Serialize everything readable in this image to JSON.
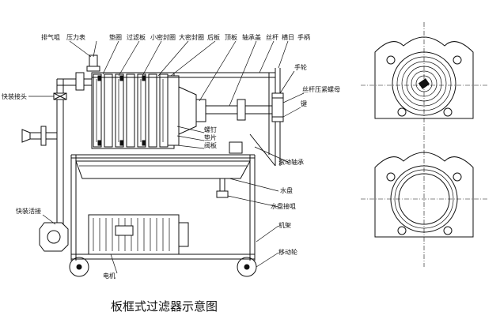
{
  "labels": {
    "exhaust_valve": "排气咀",
    "pressure_gauge": "压力表",
    "gasket": "垫圈",
    "filter_plate": "过滤板",
    "small_seal": "小密封圈",
    "large_seal": "大密封圈",
    "rear_plate": "后板",
    "top_plate": "顶板",
    "bearing_cover": "轴承盖",
    "screw_rod": "丝杆",
    "crossbeam": "横日",
    "handle": "手柄",
    "handwheel": "手轮",
    "screw_nut": "丝杆压紧螺母",
    "key": "键",
    "quick_joint_head": "快装接头",
    "bolt": "螺钉",
    "pad": "垫片",
    "valve_plate": "阀板",
    "rolling_bearing": "滚动轴承",
    "water_tray": "水盘",
    "tray_nozzle": "水盘接咀",
    "quick_joint": "快装活接",
    "frame": "机架",
    "motor": "电机",
    "caster": "移动轮",
    "caption": "板框式过滤器示意图"
  }
}
